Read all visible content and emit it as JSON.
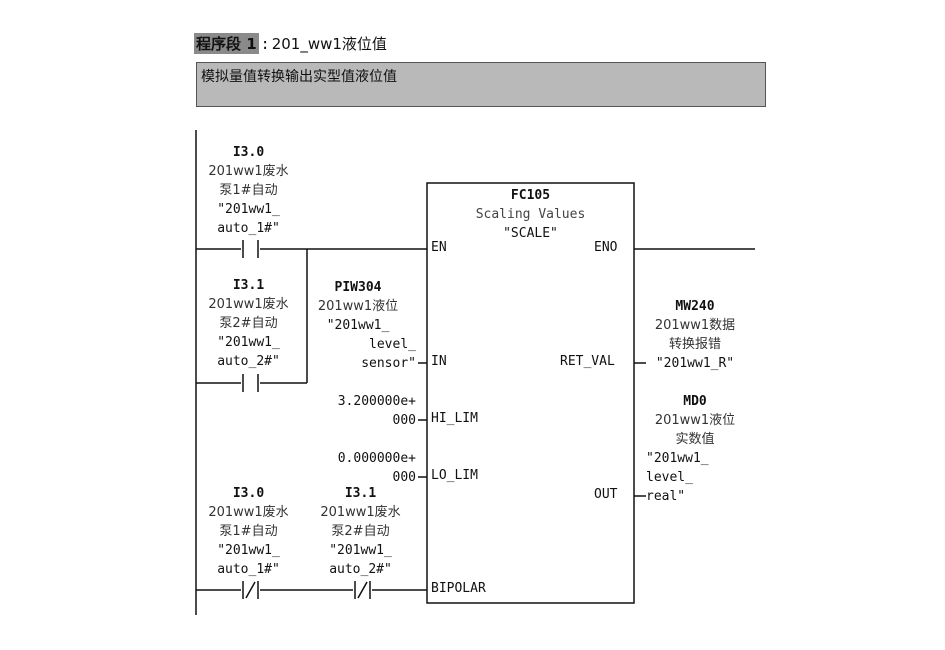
{
  "segment": {
    "label": "程序段 1",
    "separator": ": ",
    "title": "201_ww1液位值",
    "comment": "模拟量值转换输出实型值液位值"
  },
  "contacts": [
    {
      "address": "I3.0",
      "desc1": "201ww1废水",
      "desc2": "泵1#自动",
      "sym1": "\"201ww1_",
      "sym2": "auto_1#\""
    },
    {
      "address": "I3.1",
      "desc1": "201ww1废水",
      "desc2": "泵2#自动",
      "sym1": "\"201ww1_",
      "sym2": "auto_2#\""
    },
    {
      "address": "I3.0",
      "desc1": "201ww1废水",
      "desc2": "泵1#自动",
      "sym1": "\"201ww1_",
      "sym2": "auto_1#\""
    },
    {
      "address": "I3.1",
      "desc1": "201ww1废水",
      "desc2": "泵2#自动",
      "sym1": "\"201ww1_",
      "sym2": "auto_2#\""
    }
  ],
  "block": {
    "number": "FC105",
    "name": "Scaling Values",
    "symbol": "\"SCALE\"",
    "pins": {
      "en": "EN",
      "eno": "ENO",
      "in": "IN",
      "hi_lim": "HI_LIM",
      "lo_lim": "LO_LIM",
      "bipolar": "BIPOLAR",
      "ret_val": "RET_VAL",
      "out": "OUT"
    }
  },
  "inputs": {
    "in": {
      "address": "PIW304",
      "desc": "201ww1液位",
      "sym1": "\"201ww1_",
      "sym2": "level_",
      "sym3": "sensor\""
    },
    "hi_lim": {
      "v1": "3.200000e+",
      "v2": "000"
    },
    "lo_lim": {
      "v1": "0.000000e+",
      "v2": "000"
    }
  },
  "outputs": {
    "ret_val": {
      "address": "MW240",
      "desc1": "201ww1数据",
      "desc2": "转换报错",
      "sym": "\"201ww1_R\""
    },
    "out": {
      "address": "MD0",
      "desc1": "201ww1液位",
      "desc2": "实数值",
      "sym1": "\"201ww1_",
      "sym2": "level_",
      "sym3": "real\""
    }
  }
}
